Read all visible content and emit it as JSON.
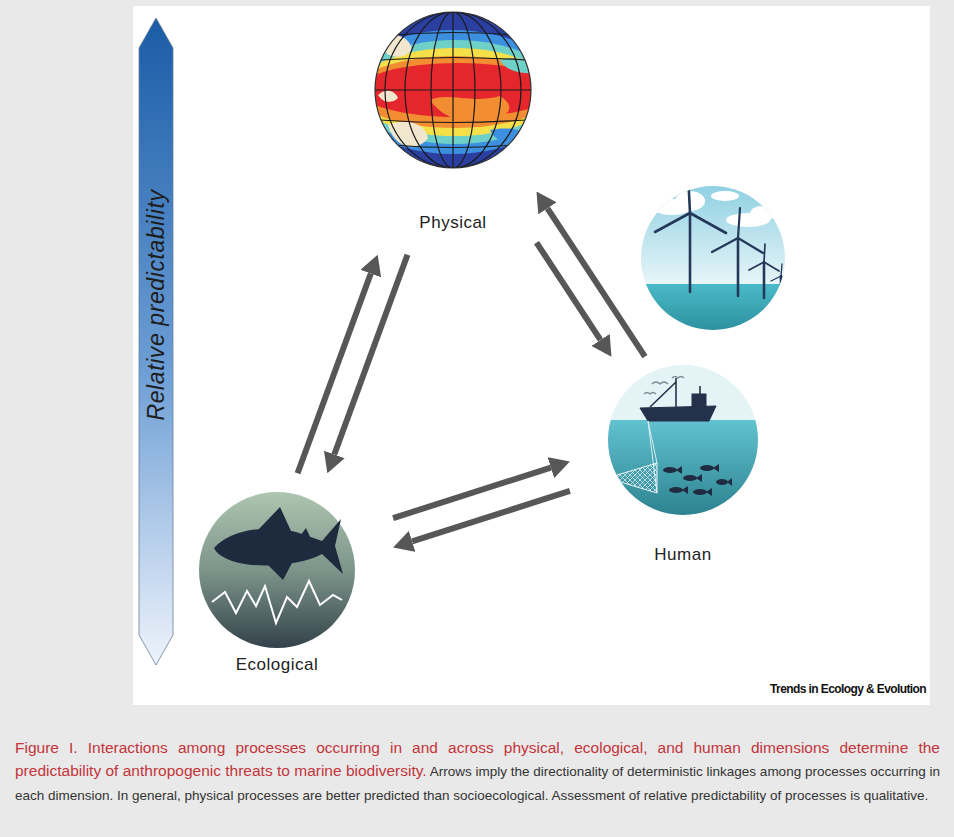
{
  "diagram": {
    "title": "Figure I. Interactions among processes occurring in and across physical, ecological, and human dimensions determine the predictability of anthropogenic threats to marine biodiversity.",
    "caption": "Arrows imply the directionality of deterministic linkages among processes occurring in each dimension. In general, physical processes are better predicted than socioecological. Assessment of relative predictability of processes is qualitative.",
    "nodes": [
      {
        "text": [
          "Physical"
        ]
      },
      {
        "text": [
          "Human"
        ]
      },
      {
        "text": [
          "Ecological"
        ]
      }
    ],
    "edges": [
      {
        "from": 2,
        "to": 0,
        "arrow": "to"
      },
      {
        "from": 0,
        "to": 2,
        "arrow": "to"
      },
      {
        "from": 0,
        "to": 1,
        "arrow": "to"
      },
      {
        "from": 1,
        "to": 0,
        "arrow": "to"
      },
      {
        "from": 2,
        "to": 1,
        "arrow": "to"
      },
      {
        "from": 1,
        "to": 2,
        "arrow": "to"
      }
    ],
    "labels": [
      "Relative predictability",
      "Trends in Ecology & Evolution"
    ]
  }
}
